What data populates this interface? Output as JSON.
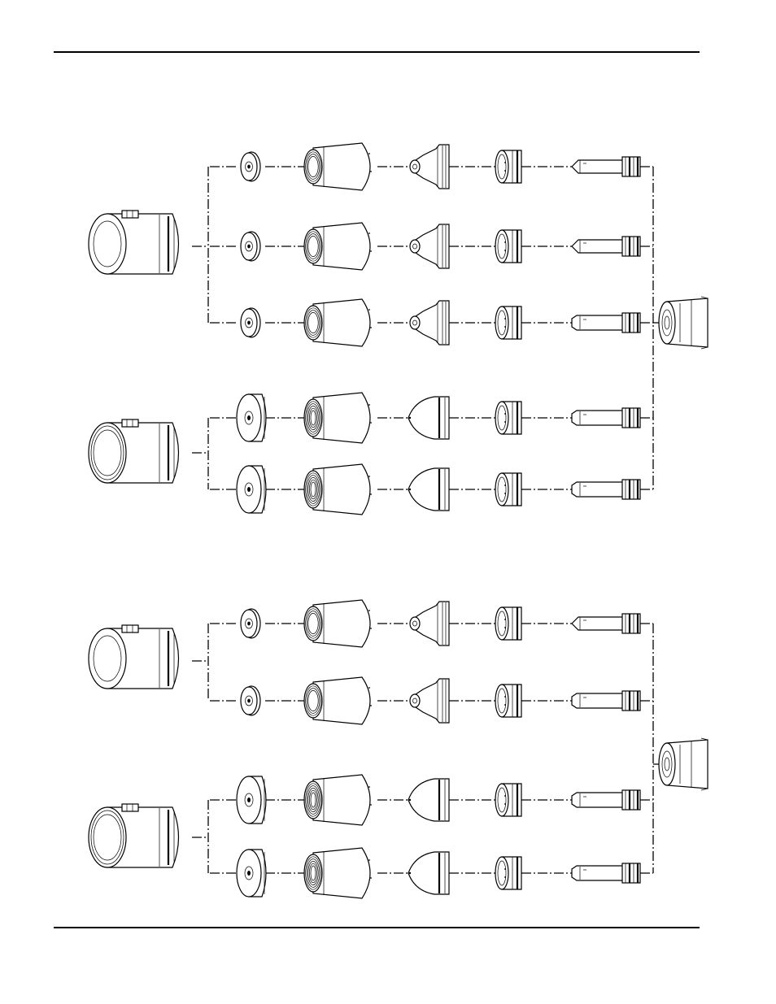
{
  "colors": {
    "ink": "#000000",
    "paper": "#ffffff"
  },
  "diagram": {
    "component_icons": [
      "shield-cap-icon",
      "shield-icon",
      "swirl-ring-cap-icon",
      "nozzle-icon",
      "swirl-ring-icon",
      "electrode-icon",
      "torch-head-icon"
    ],
    "groups": [
      {
        "name": "upper",
        "subgroups": [
          {
            "shield_cap": "large",
            "sets": 3,
            "shield_style": "small"
          },
          {
            "shield_cap": "large",
            "sets": 2,
            "shield_style": "large"
          }
        ]
      },
      {
        "name": "lower",
        "subgroups": [
          {
            "shield_cap": "large",
            "sets": 2,
            "shield_style": "small"
          },
          {
            "shield_cap": "large",
            "sets": 2,
            "shield_style": "large"
          }
        ]
      }
    ]
  }
}
